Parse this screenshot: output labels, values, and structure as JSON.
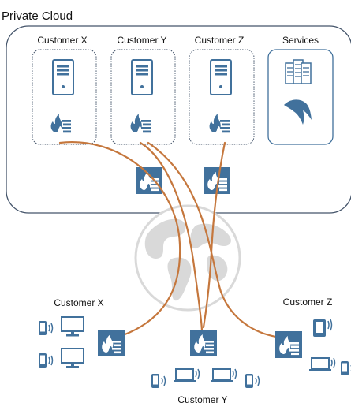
{
  "diagram": {
    "title": "Private Cloud",
    "cloud_customers": [
      {
        "label": "Customer X"
      },
      {
        "label": "Customer Y"
      },
      {
        "label": "Customer Z"
      }
    ],
    "services": {
      "label": "Services"
    },
    "remote_sites": [
      {
        "label": "Customer X"
      },
      {
        "label": "Customer Y"
      },
      {
        "label": "Customer Z"
      }
    ]
  },
  "colors": {
    "icon_blue": "#41719c",
    "connection": "#c5773d",
    "outline": "#44546a",
    "globe": "#d9d9d9"
  },
  "icons": [
    "server-icon",
    "firewall-icon",
    "server-rack-icon",
    "bird-logo-icon",
    "globe-icon",
    "monitor-icon",
    "laptop-icon",
    "phone-icon",
    "tablet-icon"
  ]
}
